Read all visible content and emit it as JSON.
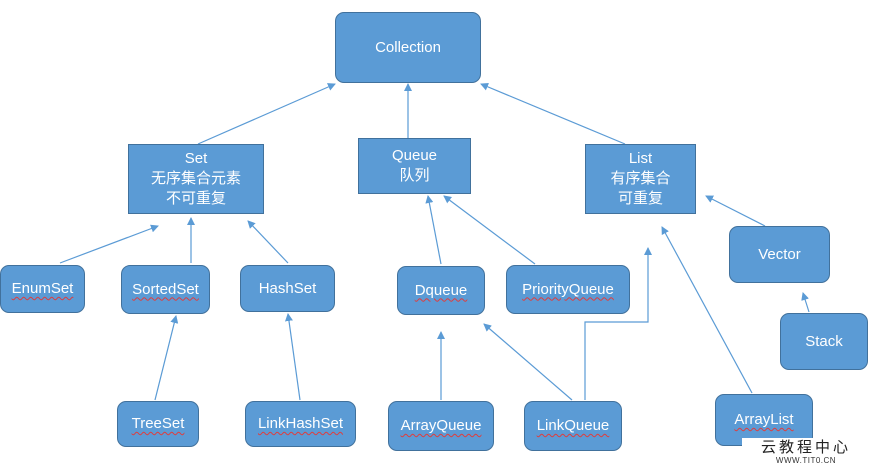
{
  "nodes": {
    "collection": "Collection",
    "set": {
      "l1": "Set",
      "l2": "无序集合元素",
      "l3": "不可重复"
    },
    "queue": {
      "l1": "Queue",
      "l2": "队列"
    },
    "list": {
      "l1": "List",
      "l2": "有序集合",
      "l3": "可重复"
    },
    "enumset": "EnumSet",
    "sortedset": "SortedSet",
    "hashset": "HashSet",
    "dqueue": "Dqueue",
    "priorityqueue": "PriorityQueue",
    "vector": "Vector",
    "stack": "Stack",
    "treeset": "TreeSet",
    "linkhashset": "LinkHashSet",
    "arrayqueue": "ArrayQueue",
    "linkqueue": "LinkQueue",
    "arraylist": "ArrayList"
  },
  "colors": {
    "box_fill": "#5b9bd5",
    "box_border": "#41719c",
    "arrow": "#5b9bd5"
  },
  "watermark": {
    "line1": "云教程中心",
    "line2": "WWW.TIT0.CN"
  }
}
